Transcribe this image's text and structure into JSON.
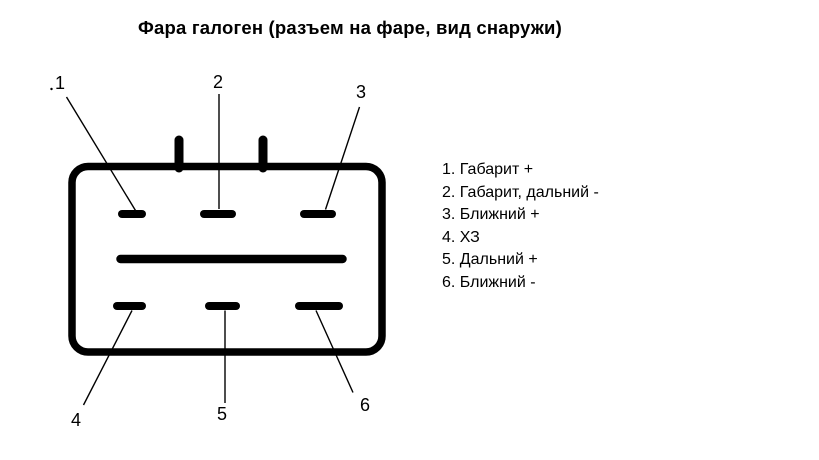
{
  "title": "Фара галоген (разъем на фаре, вид снаружи)",
  "connector": {
    "callouts": [
      "1",
      "2",
      "3",
      "4",
      "5",
      "6"
    ]
  },
  "legend": {
    "items": [
      "1. Габарит +",
      "2. Габарит, дальний -",
      "3. Ближний +",
      "4. ХЗ",
      "5. Дальний +",
      "6. Ближний -"
    ]
  },
  "colors": {
    "ink": "#000000",
    "background": "#ffffff"
  }
}
